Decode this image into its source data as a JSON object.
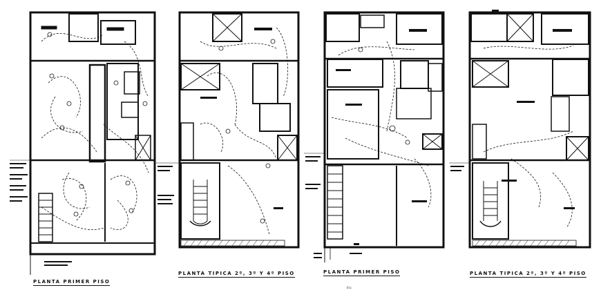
{
  "sheet": {
    "plans": [
      {
        "id": "plan-1",
        "title": "PLANTA PRIMER PISO"
      },
      {
        "id": "plan-2",
        "title": "PLANTA TIPICA 2º, 3º Y 4º PISO"
      },
      {
        "id": "plan-3",
        "title": "PLANTA PRIMER PISO"
      },
      {
        "id": "plan-4",
        "title": "PLANTA TIPICA 2º, 3º Y 4º PISO"
      }
    ],
    "scale_note": "Esc."
  }
}
